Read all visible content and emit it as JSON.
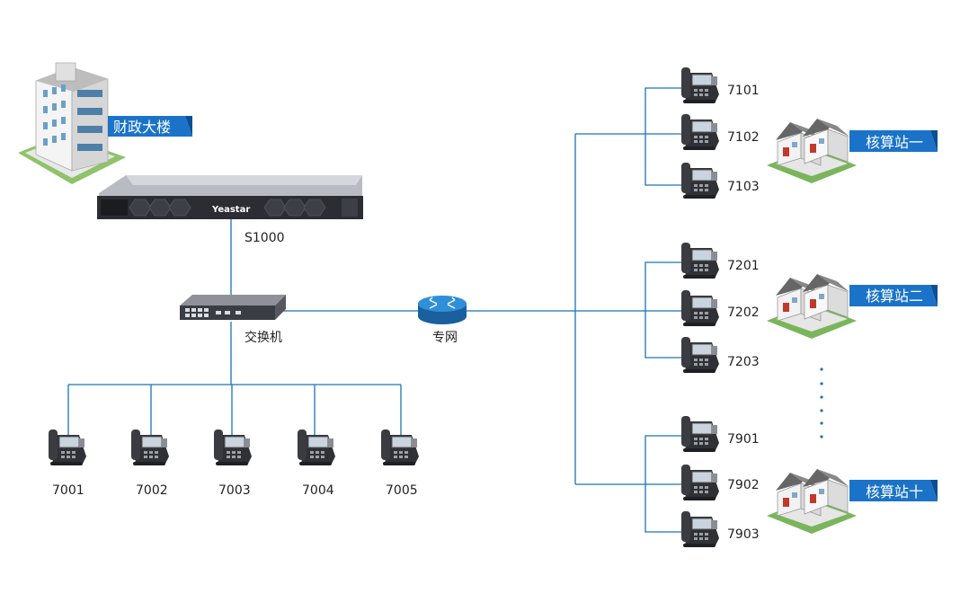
{
  "colors": {
    "line": "#1a73b8",
    "tag": "#1a73c8",
    "tag_edge": "#0d4f94",
    "server": "#2b2d33",
    "phone": "#2f3136"
  },
  "headquarters": {
    "label": "财政大楼",
    "icon": "office-building-icon"
  },
  "server": {
    "label": "S1000",
    "brand": "Yeastar",
    "icon": "rack-server-icon"
  },
  "switch": {
    "label": "交换机",
    "icon": "network-switch-icon"
  },
  "network": {
    "label": "专网",
    "icon": "router-icon"
  },
  "local_phones": [
    "7001",
    "7002",
    "7003",
    "7004",
    "7005"
  ],
  "stations": [
    {
      "label": "核算站一",
      "phones": [
        "7101",
        "7102",
        "7103"
      ]
    },
    {
      "label": "核算站二",
      "phones": [
        "7201",
        "7202",
        "7203"
      ]
    },
    {
      "label": "核算站十",
      "phones": [
        "7901",
        "7902",
        "7903"
      ]
    }
  ],
  "icons": {
    "phone": "ip-phone-icon",
    "house": "house-icon",
    "more": "ellipsis-dots-icon"
  }
}
